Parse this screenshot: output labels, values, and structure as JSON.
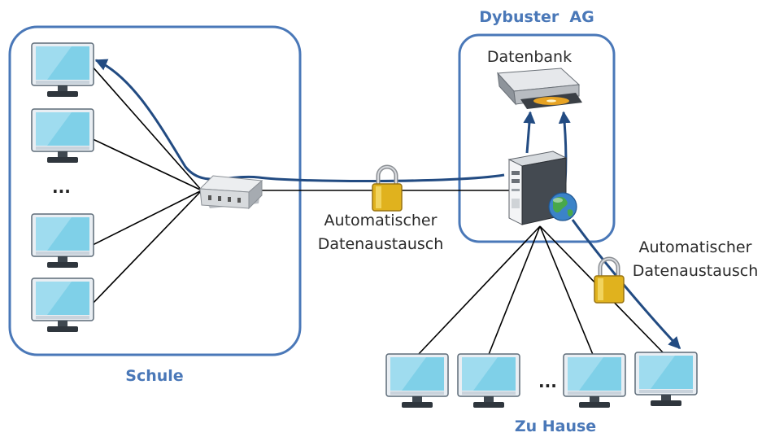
{
  "labels": {
    "school": "Schule",
    "company": "Dybuster  AG",
    "database": "Datenbank",
    "home": "Zu Hause",
    "exchange_left_line1": "Automatischer",
    "exchange_left_line2": "Datenaustausch",
    "exchange_right_line1": "Automatischer",
    "exchange_right_line2": "Datenaustausch",
    "ellipsis_school": "...",
    "ellipsis_home": "..."
  },
  "colors": {
    "box_border": "#4a78b8",
    "flow_arrow": "#224b82",
    "link_line": "#000000",
    "label_blue": "#4a78b8",
    "monitor_screen": "#7fd0e8",
    "lock_gold": "#e0b21e"
  },
  "icons": {
    "client": "monitor-icon",
    "hub": "network-switch-icon",
    "server": "server-tower-icon",
    "storage": "disk-drive-icon",
    "web": "globe-icon",
    "security": "padlock-icon"
  }
}
